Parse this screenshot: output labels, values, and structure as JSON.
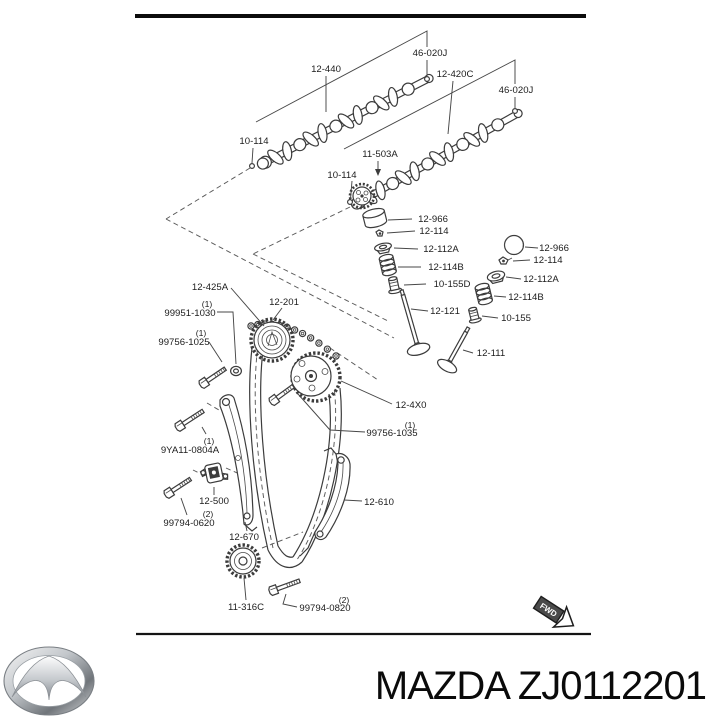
{
  "page": {
    "background": "#ffffff",
    "ink_color": "#3c3c3c",
    "label_color": "#1c1c1c"
  },
  "diagram": {
    "description": "exploded-parts-diagram-engine-timing-chain-and-valvetrain",
    "fwd_label": "FWD",
    "labels": [
      {
        "id": "camshaft-set-intake",
        "text": "46-020J"
      },
      {
        "id": "camshaft-intake",
        "text": "12-440"
      },
      {
        "id": "camshaft-exhaust",
        "text": "12-420C"
      },
      {
        "id": "camshaft-set-exhaust",
        "text": "46-020J"
      },
      {
        "id": "cam-end-bolt-intake",
        "text": "10-114"
      },
      {
        "id": "cam-position-actuator",
        "text": "11-503A"
      },
      {
        "id": "cam-end-bolt-exhaust",
        "text": "10-114"
      },
      {
        "id": "tappet-bucket-left",
        "text": "12-966"
      },
      {
        "id": "valve-keeper-left",
        "text": "12-114"
      },
      {
        "id": "spring-retainer-left",
        "text": "12-112A"
      },
      {
        "id": "valve-spring-left",
        "text": "12-114B"
      },
      {
        "id": "valve-seal-left",
        "text": "10-155D"
      },
      {
        "id": "intake-valve",
        "text": "12-121"
      },
      {
        "id": "tappet-bucket-right",
        "text": "12-966"
      },
      {
        "id": "valve-keeper-right",
        "text": "12-114"
      },
      {
        "id": "spring-retainer-right",
        "text": "12-112A"
      },
      {
        "id": "valve-spring-right",
        "text": "12-114B"
      },
      {
        "id": "valve-seal-right",
        "text": "10-155"
      },
      {
        "id": "exhaust-valve",
        "text": "12-111"
      },
      {
        "id": "cam-sprocket",
        "text": "12-425A"
      },
      {
        "id": "timing-chain",
        "text": "12-201"
      },
      {
        "id": "friction-washer",
        "text": "99951-1030",
        "qty": "(1)"
      },
      {
        "id": "sprocket-bolt",
        "text": "99756-1025",
        "qty": "(1)"
      },
      {
        "id": "vvt-sprocket",
        "text": "12-4X0"
      },
      {
        "id": "vvt-bolt",
        "text": "99756-1035",
        "qty": "(1)"
      },
      {
        "id": "guide-bolt",
        "text": "9YA11-0804A",
        "qty": "(1)"
      },
      {
        "id": "chain-tensioner",
        "text": "12-500"
      },
      {
        "id": "tensioner-bolt",
        "text": "99794-0620",
        "qty": "(2)"
      },
      {
        "id": "chain-guide-left",
        "text": "12-670"
      },
      {
        "id": "chain-guide-right",
        "text": "12-610"
      },
      {
        "id": "crank-sprocket",
        "text": "11-316C"
      },
      {
        "id": "guide-bolt-lower",
        "text": "99794-0820",
        "qty": "(2)"
      }
    ]
  },
  "footer": {
    "logo_icon": "mazda-logo",
    "brand_text": "MAZDA ZJ0112201"
  }
}
